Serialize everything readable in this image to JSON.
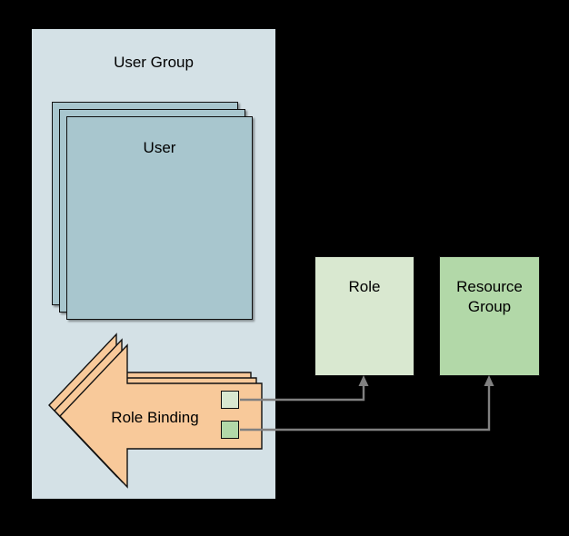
{
  "diagram": {
    "title": "RBAC role binding diagram",
    "background_color": "#000000"
  },
  "user_group": {
    "label": "User Group",
    "fill_color": "#d4e1e6",
    "users": {
      "label": "User",
      "count": 3,
      "fill_color": "#a8c6ce"
    }
  },
  "role_binding": {
    "label": "Role Binding",
    "count": 3,
    "fill_color": "#f8c99a",
    "shape": "left-arrow-callout",
    "ports": [
      {
        "name": "role-port",
        "color": "#d9e8d0"
      },
      {
        "name": "resource-group-port",
        "color": "#b2d8a8"
      }
    ]
  },
  "targets": [
    {
      "label": "Role",
      "fill_color": "#d9e8d0"
    },
    {
      "label": "Resource\nGroup",
      "line1": "Resource",
      "line2": "Group",
      "fill_color": "#b2d8a8"
    }
  ],
  "connectors": {
    "color": "#808080",
    "edges": [
      {
        "from": "role-port",
        "to": "Role",
        "arrow": "up"
      },
      {
        "from": "resource-group-port",
        "to": "Resource Group",
        "arrow": "up"
      }
    ]
  }
}
